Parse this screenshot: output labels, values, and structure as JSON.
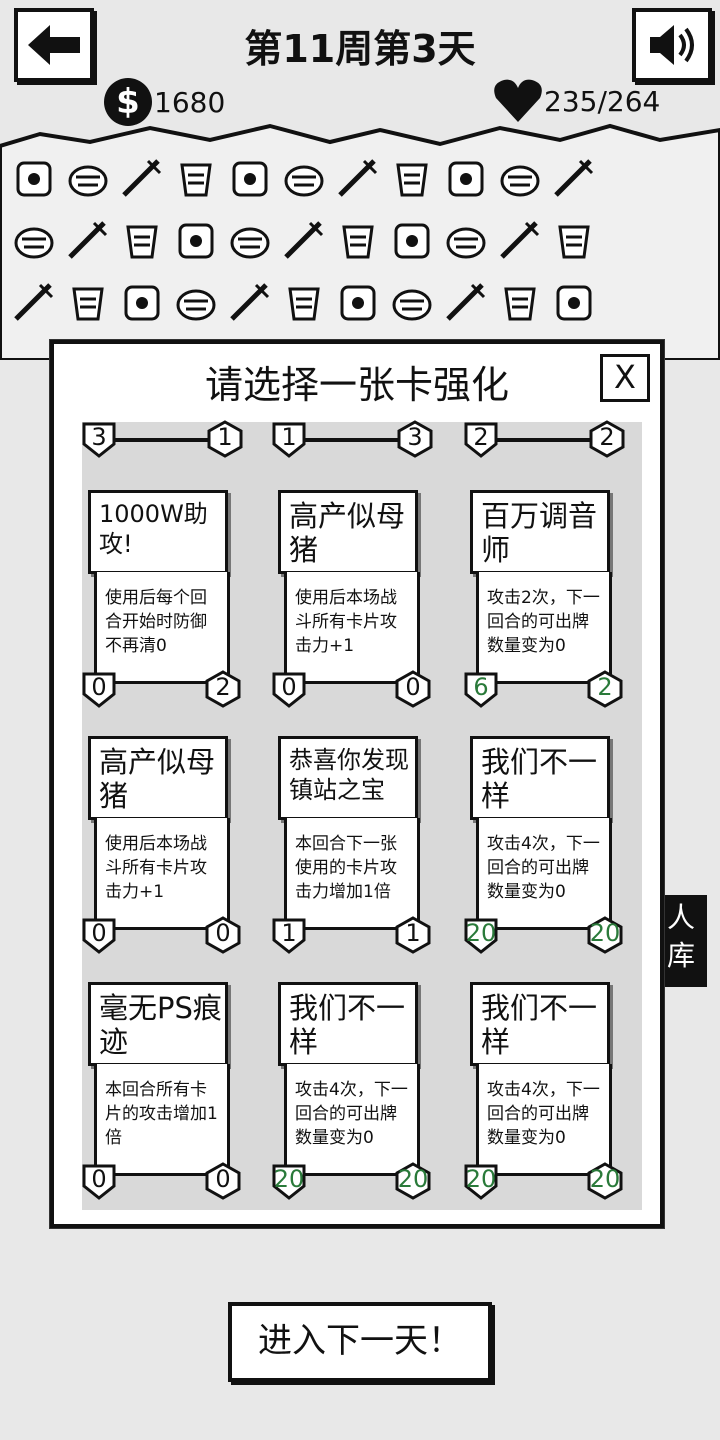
{
  "header": {
    "title": "第11周第3天",
    "coins": "1680",
    "coin_symbol": "$",
    "health": "235/264"
  },
  "side_tab": {
    "line1": "人",
    "line2": "库"
  },
  "panel": {
    "title": "请选择一张卡强化",
    "close_glyph": "X",
    "top_stats": [
      {
        "left": "3",
        "right": "1"
      },
      {
        "left": "1",
        "right": "3"
      },
      {
        "left": "2",
        "right": "2"
      }
    ],
    "cards": [
      {
        "name": "1000W助攻!",
        "desc": "使用后每个回合开始时防御不再清0",
        "left": "0",
        "right": "2",
        "green": false
      },
      {
        "name": "高产似母猪",
        "desc": "使用后本场战斗所有卡片攻击力+1",
        "left": "0",
        "right": "0",
        "green": false
      },
      {
        "name": "百万调音师",
        "desc": "攻击2次，下一回合的可出牌数量变为0",
        "left": "6",
        "right": "2",
        "green": true
      },
      {
        "name": "高产似母猪",
        "desc": "使用后本场战斗所有卡片攻击力+1",
        "left": "0",
        "right": "0",
        "green": false
      },
      {
        "name": "恭喜你发现镇站之宝",
        "desc": "本回合下一张使用的卡片攻击力增加1倍",
        "left": "1",
        "right": "1",
        "green": false
      },
      {
        "name": "我们不一样",
        "desc": "攻击4次，下一回合的可出牌数量变为0",
        "left": "20",
        "right": "20",
        "green": true
      },
      {
        "name": "毫无PS痕迹",
        "desc": "本回合所有卡片的攻击增加1倍",
        "left": "0",
        "right": "0",
        "green": false
      },
      {
        "name": "我们不一样",
        "desc": "攻击4次，下一回合的可出牌数量变为0",
        "left": "20",
        "right": "20",
        "green": true
      },
      {
        "name": "我们不一样",
        "desc": "攻击4次，下一回合的可出牌数量变为0",
        "left": "20",
        "right": "20",
        "green": true
      }
    ]
  },
  "footer": {
    "next_day": "进入下一天！"
  },
  "icons": [
    "hat-icon",
    "bag-icon",
    "backpack-icon",
    "helmet-icon",
    "ring-icon",
    "sword-icon",
    "bowl-icon",
    "disc-icon",
    "machine-icon",
    "food-icon",
    "bike-icon",
    "",
    "",
    "knife-icon",
    "armor-icon",
    "ticket-icon",
    "coat-icon",
    "book-icon",
    "fish-icon",
    "spear-icon",
    "blade-icon",
    "tray-icon",
    "jar-icon",
    "horn-icon",
    "",
    "",
    "drone-icon",
    "curtain-icon",
    "pants-icon",
    "bandage-icon",
    "sign-icon",
    "shirt-icon",
    "hedgehog-icon",
    "blob-icon",
    "ball-icon",
    "creature-icon",
    "stick-icon",
    "",
    ""
  ],
  "colors": {
    "ink": "#111111",
    "paper": "#ffffff",
    "background": "#e8e8e8",
    "green": "#2a7a3a"
  }
}
